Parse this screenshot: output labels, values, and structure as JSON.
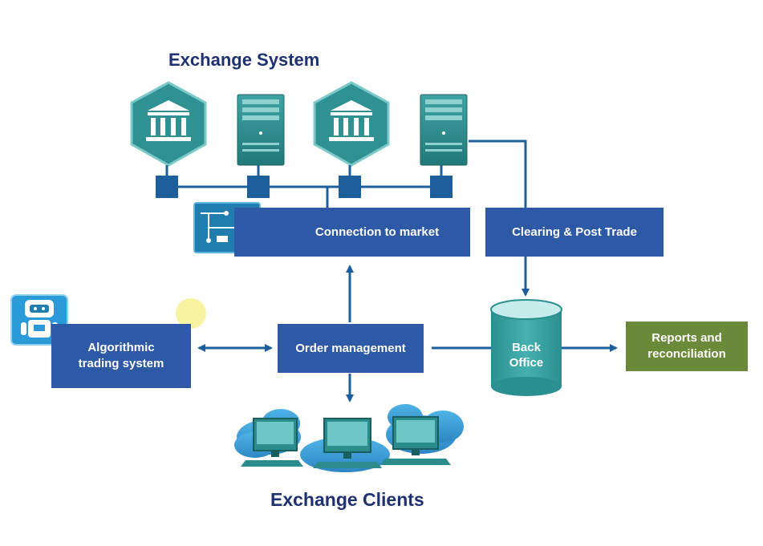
{
  "titles": {
    "exchange_system": "Exchange System",
    "exchange_clients": "Exchange Clients"
  },
  "nodes": {
    "connection_to_market": "Connection to market",
    "clearing_post_trade": "Clearing & Post Trade",
    "order_management": "Order management",
    "algorithmic_trading_line1": "Algorithmic",
    "algorithmic_trading_line2": "trading system",
    "back_office_line1": "Back",
    "back_office_line2": "Office",
    "reports_line1": "Reports and",
    "reports_line2": "reconciliation"
  },
  "colors": {
    "title": "#1f3170",
    "box": "#2e59a6",
    "connector": "#1d5f9c",
    "teal": "#2c8c8c",
    "green": "#6a8a3a",
    "yellow_dot": "#f7f3a0"
  },
  "icons": [
    "bank-icon",
    "server-icon",
    "robot-icon",
    "circuit-icon",
    "cloud-monitor-icon",
    "database-icon"
  ]
}
